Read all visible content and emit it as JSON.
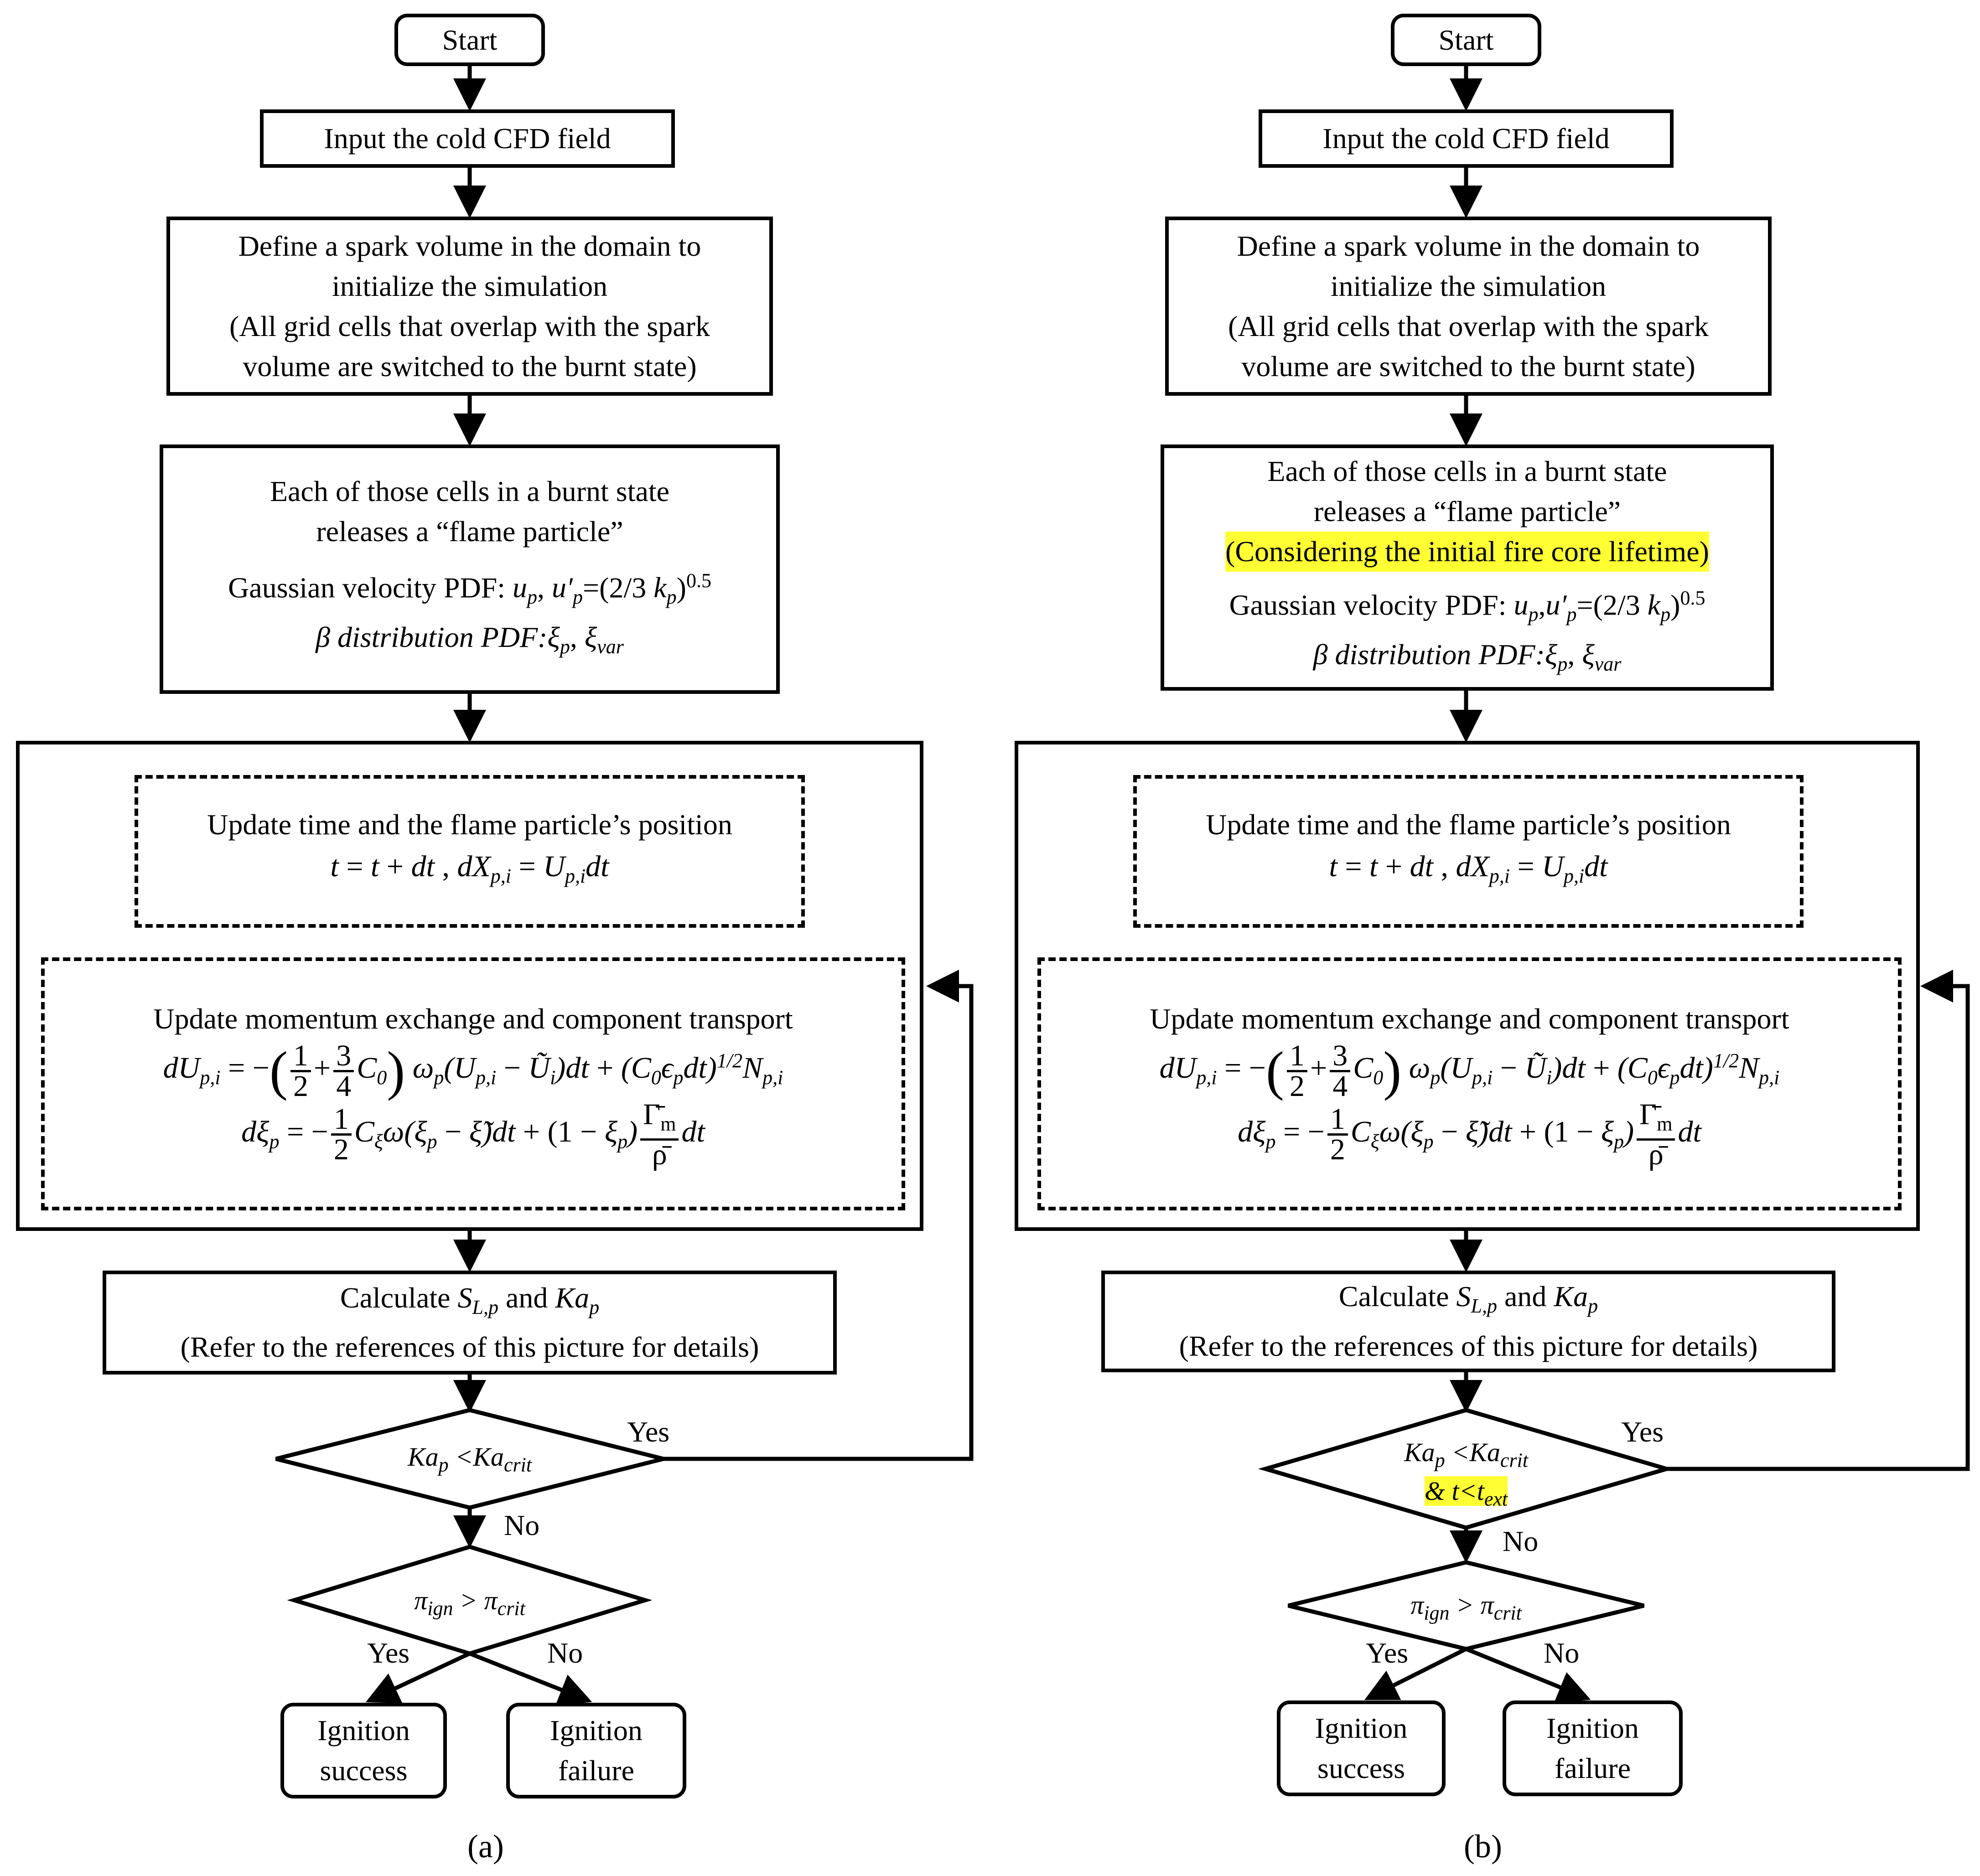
{
  "flowcharts": [
    {
      "id": "a",
      "caption": "(a)",
      "start": "Start",
      "input": "Input the cold CFD field",
      "define": [
        "Define a spark volume in the domain to",
        "initialize the simulation",
        "(All grid cells that overlap with the spark",
        "volume are switched to the burnt state)"
      ],
      "release": [
        "Each of those cells in a burnt state",
        "releases a “flame particle”"
      ],
      "release_highlight": "",
      "gaussian": "Gaussian velocity PDF: ",
      "beta": "β distribution PDF:",
      "update_time": "Update time and the flame particle’s position",
      "update_momentum": "Update momentum exchange and component transport",
      "calculate": "Calculate",
      "calculate_and": "and",
      "refer": "(Refer to the references of this picture for details)",
      "decision1_extra": "",
      "yes": "Yes",
      "no": "No",
      "success": [
        "Ignition",
        "success"
      ],
      "failure": [
        "Ignition",
        "failure"
      ]
    },
    {
      "id": "b",
      "caption": "(b)",
      "start": "Start",
      "input": "Input the cold CFD field",
      "define": [
        "Define a spark volume in the domain to",
        "initialize the simulation",
        "(All grid cells that overlap with the spark",
        "volume are switched to the burnt state)"
      ],
      "release": [
        "Each of those cells in a burnt state",
        "releases a “flame particle”"
      ],
      "release_highlight": "(Considering the initial fire core lifetime)",
      "gaussian": "Gaussian velocity PDF: ",
      "beta": "β distribution PDF:",
      "update_time": "Update time and the flame particle’s position",
      "update_momentum": "Update momentum exchange and component transport",
      "calculate": "Calculate",
      "calculate_and": "and",
      "refer": "(Refer to the references of this picture for details)",
      "decision1_extra": "& t<t",
      "yes": "Yes",
      "no": "No",
      "success": [
        "Ignition",
        "success"
      ],
      "failure": [
        "Ignition",
        "failure"
      ]
    }
  ],
  "colors": {
    "line": "#000000",
    "highlight": "#ffff33"
  }
}
